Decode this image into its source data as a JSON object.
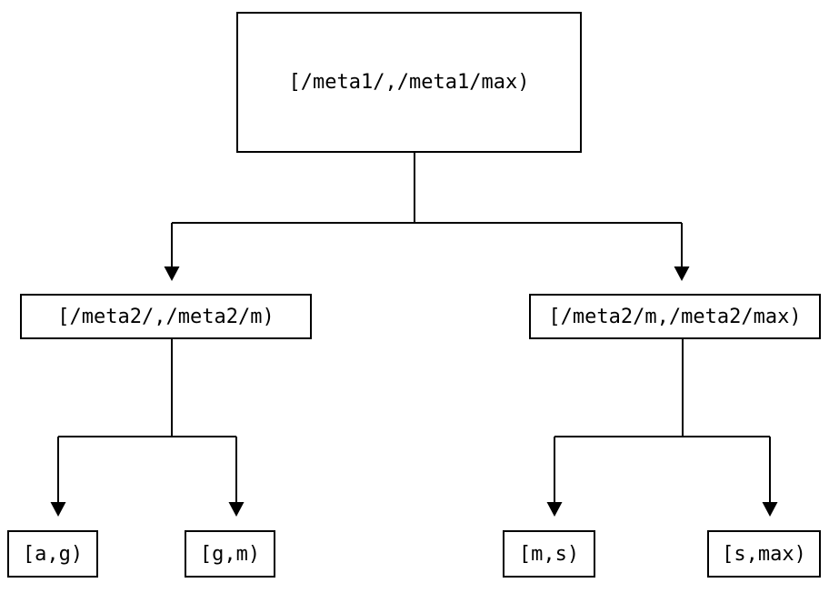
{
  "diagram": {
    "type": "tree",
    "colors": {
      "background": "#ffffff",
      "line": "#000000",
      "text": "#000000"
    },
    "nodes": {
      "root": {
        "label": "[/meta1/,/meta1/max)"
      },
      "level2_left": {
        "label": "[/meta2/,/meta2/m)"
      },
      "level2_right": {
        "label": "[/meta2/m,/meta2/max)"
      },
      "leaf_ag": {
        "label": "[a,g)"
      },
      "leaf_gm": {
        "label": "[g,m)"
      },
      "leaf_ms": {
        "label": "[m,s)"
      },
      "leaf_smax": {
        "label": "[s,max)"
      }
    },
    "edges": [
      {
        "from": "root",
        "to": "level2_left"
      },
      {
        "from": "root",
        "to": "level2_right"
      },
      {
        "from": "level2_left",
        "to": "leaf_ag"
      },
      {
        "from": "level2_left",
        "to": "leaf_gm"
      },
      {
        "from": "level2_right",
        "to": "leaf_ms"
      },
      {
        "from": "level2_right",
        "to": "leaf_smax"
      }
    ]
  }
}
